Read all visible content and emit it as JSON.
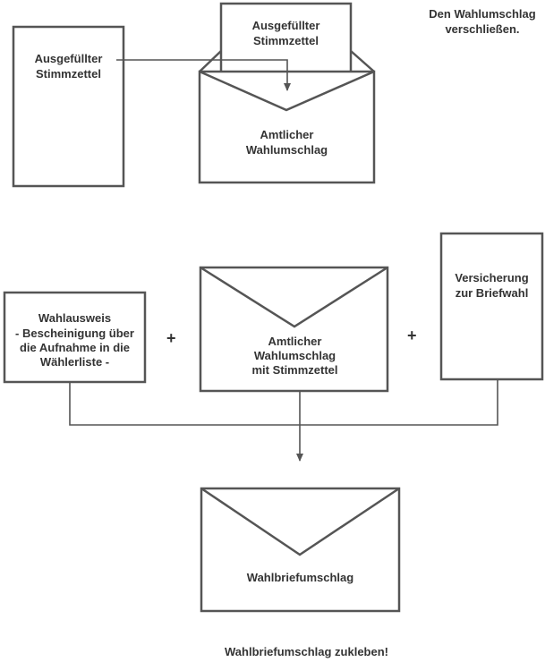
{
  "step1": {
    "instruction": "Den Wahlumschlag\nverschließen.",
    "ballot_left_label": "Ausgefüllter\nStimmzettel",
    "ballot_in_envelope_label": "Ausgefüllter\nStimmzettel",
    "envelope_label": "Amtlicher\nWahlumschlag"
  },
  "step2": {
    "voting_card_title": "Wahlausweis",
    "voting_card_detail": "- Bescheinigung über\ndie Aufnahme in die\nWählerliste -",
    "plus_left": "+",
    "sealed_envelope_label": "Amtlicher\nWahlumschlag\nmit Stimmzettel",
    "plus_right": "+",
    "declaration_label": "Versicherung\nzur Briefwahl"
  },
  "step3": {
    "return_envelope_label": "Wahlbriefumschlag",
    "instruction": "Wahlbriefumschlag zukleben!"
  },
  "colors": {
    "stroke": "#555555",
    "text": "#333333"
  }
}
